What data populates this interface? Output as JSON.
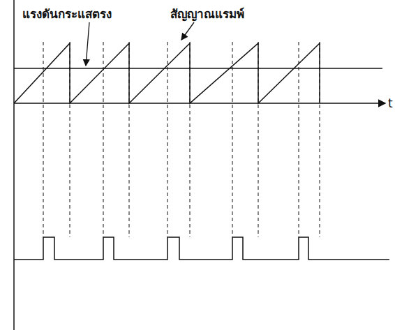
{
  "diagram": {
    "labels": [
      "แรงดันกระแสตรง",
      "สัญญาณแรมพ์",
      "t"
    ]
  }
}
